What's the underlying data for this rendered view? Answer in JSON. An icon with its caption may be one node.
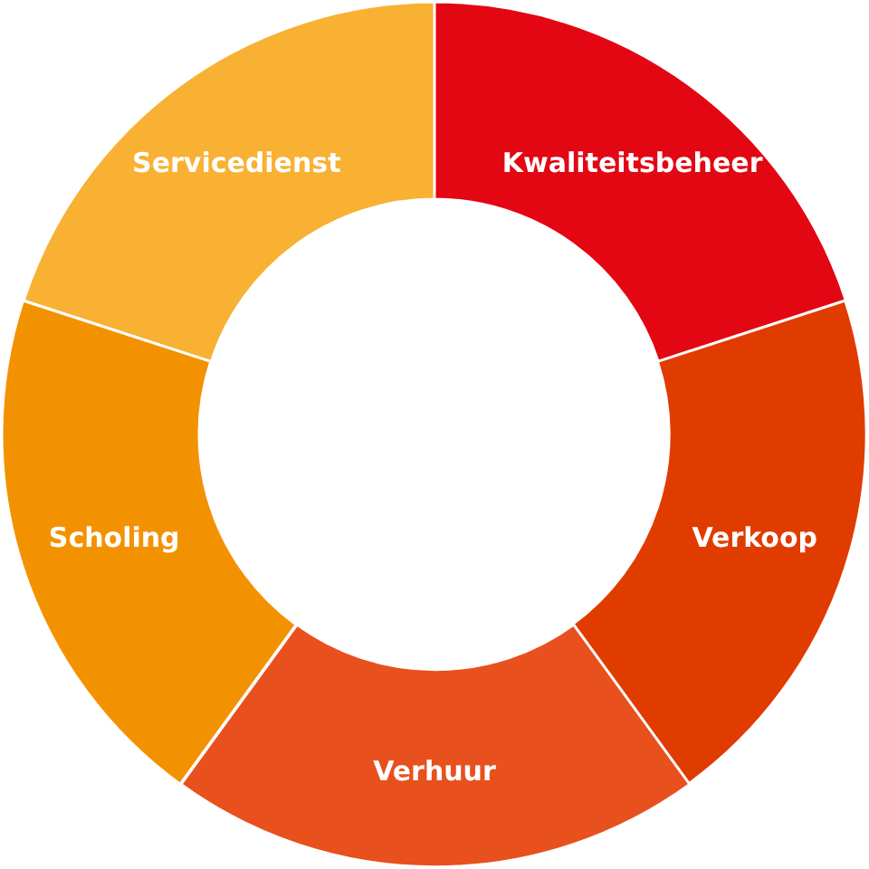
{
  "diagram": {
    "nodes": [
      {
        "text": [
          "Servicedienst"
        ]
      },
      {
        "text": [
          "Kwaliteitsbeheer"
        ]
      },
      {
        "text": [
          "Scholing"
        ]
      },
      {
        "text": [
          "Verkoop"
        ]
      },
      {
        "text": [
          "Verhuur"
        ]
      }
    ]
  }
}
